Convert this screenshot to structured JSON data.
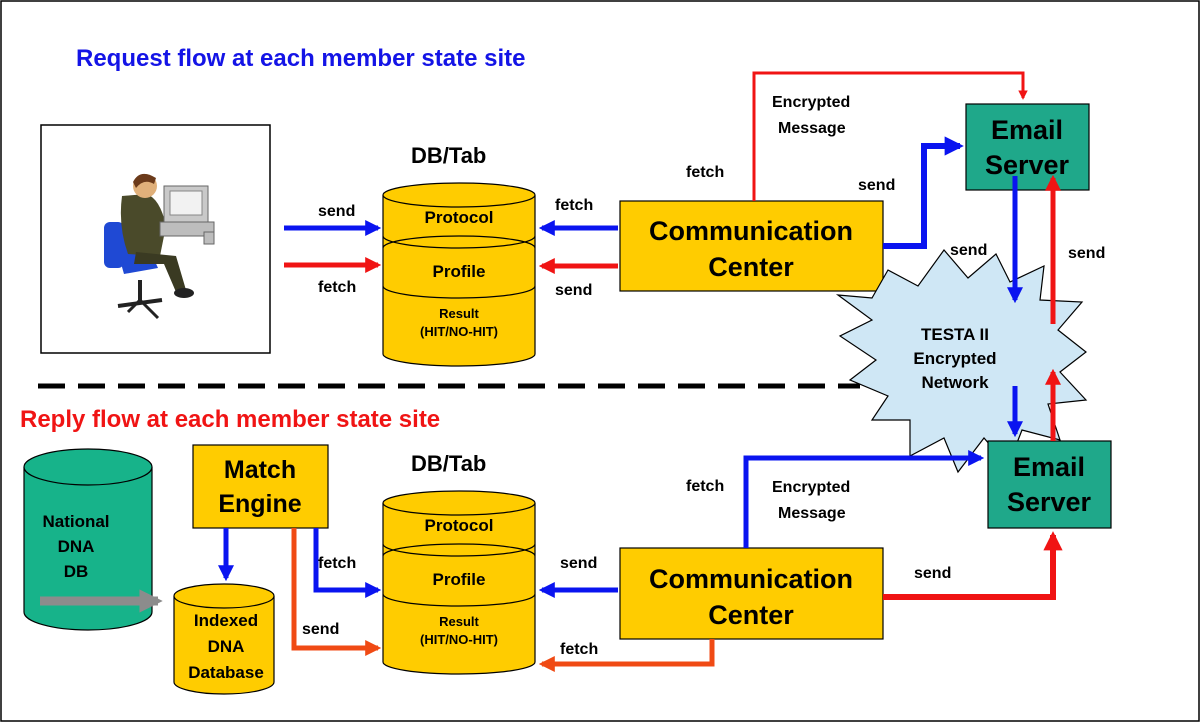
{
  "top": {
    "title": "Request flow at each member state site",
    "db_title": "DB/Tab",
    "db_sections": {
      "protocol": "Protocol",
      "profile": "Profile",
      "result_line1": "Result",
      "result_line2": "(HIT/NO-HIT)"
    },
    "comm_center_line1": "Communication",
    "comm_center_line2": "Center",
    "email_line1": "Email",
    "email_line2": "Server",
    "labels": {
      "user_send": "send",
      "user_fetch": "fetch",
      "cc_fetch": "fetch",
      "cc_send": "send",
      "cc_to_email_send": "send",
      "email_fetch": "fetch",
      "encrypted_line1": "Encrypted",
      "encrypted_line2": "Message",
      "email_down_send": "send",
      "up_send": "send"
    }
  },
  "network": {
    "line1": "TESTA II",
    "line2": "Encrypted",
    "line3": "Network"
  },
  "bottom": {
    "title": "Reply flow at each member state site",
    "match_line1": "Match",
    "match_line2": "Engine",
    "national_line1": "National",
    "national_line2": "DNA",
    "national_line3": "DB",
    "indexed_line1": "Indexed",
    "indexed_line2": "DNA",
    "indexed_line3": "Database",
    "db_title": "DB/Tab",
    "db_sections": {
      "protocol": "Protocol",
      "profile": "Profile",
      "result_line1": "Result",
      "result_line2": "(HIT/NO-HIT)"
    },
    "comm_center_line1": "Communication",
    "comm_center_line2": "Center",
    "email_line1": "Email",
    "email_line2": "Server",
    "labels": {
      "match_fetch": "fetch",
      "match_send": "send",
      "cc_send": "send",
      "cc_fetch": "fetch",
      "email_fetch": "fetch",
      "encrypted_line1": "Encrypted",
      "encrypted_line2": "Message",
      "cc_to_email_send": "send"
    }
  },
  "colors": {
    "blue_arrow": "#0a14f0",
    "red_arrow": "#f01414",
    "orange_arrow": "#f04a14",
    "gray_arrow": "#8c8c8c",
    "orange_box": "#ffcc00",
    "teal_box": "#1fa88a",
    "green_cylinder": "#17b38a",
    "cloud": "#cfe7f5",
    "top_title": "#1414e6",
    "bottom_title": "#f01414"
  }
}
